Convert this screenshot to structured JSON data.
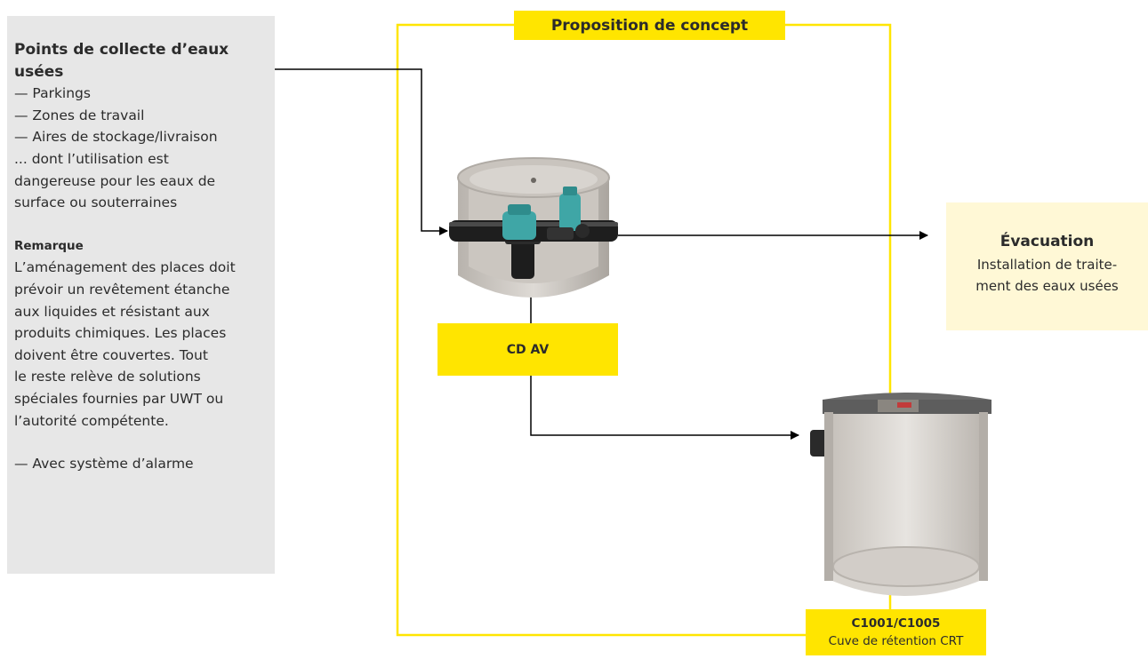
{
  "sidebar": {
    "heading_lines": [
      "Points de collecte d’eaux",
      "usées"
    ],
    "list": [
      "— Parkings",
      "— Zones de travail",
      "— Aires de stockage/livraison"
    ],
    "note_lines": [
      "... dont l’utilisation est",
      "dangereuse pour les eaux de",
      "surface ou souterraines"
    ],
    "remark_title": "Remarque",
    "remark_lines": [
      "L’aménagement des places doit",
      "prévoir un revêtement étanche",
      "aux liquides et résistant aux",
      "produits chimiques. Les places",
      "doivent être couvertes. Tout",
      "le reste relève de solutions",
      "spéciales fournies par UWT ou",
      "l’autorité compétente."
    ],
    "alarm": "— Avec système d’alarme"
  },
  "concept_title": "Proposition de concept",
  "cdav": {
    "label": "CD AV"
  },
  "c1001": {
    "code": "C1001/C1005",
    "name": "Cuve de rétention CRT"
  },
  "evacuation": {
    "title": "Évacuation",
    "lines": [
      "Installation de traite-",
      "ment des eaux usées"
    ]
  },
  "colors": {
    "accent_yellow": "#ffe500",
    "evac_bg": "#fff8d6",
    "sidebar_bg": "#e7e7e7",
    "line": "#000000",
    "pipe_valve": "#3fa6a6"
  }
}
